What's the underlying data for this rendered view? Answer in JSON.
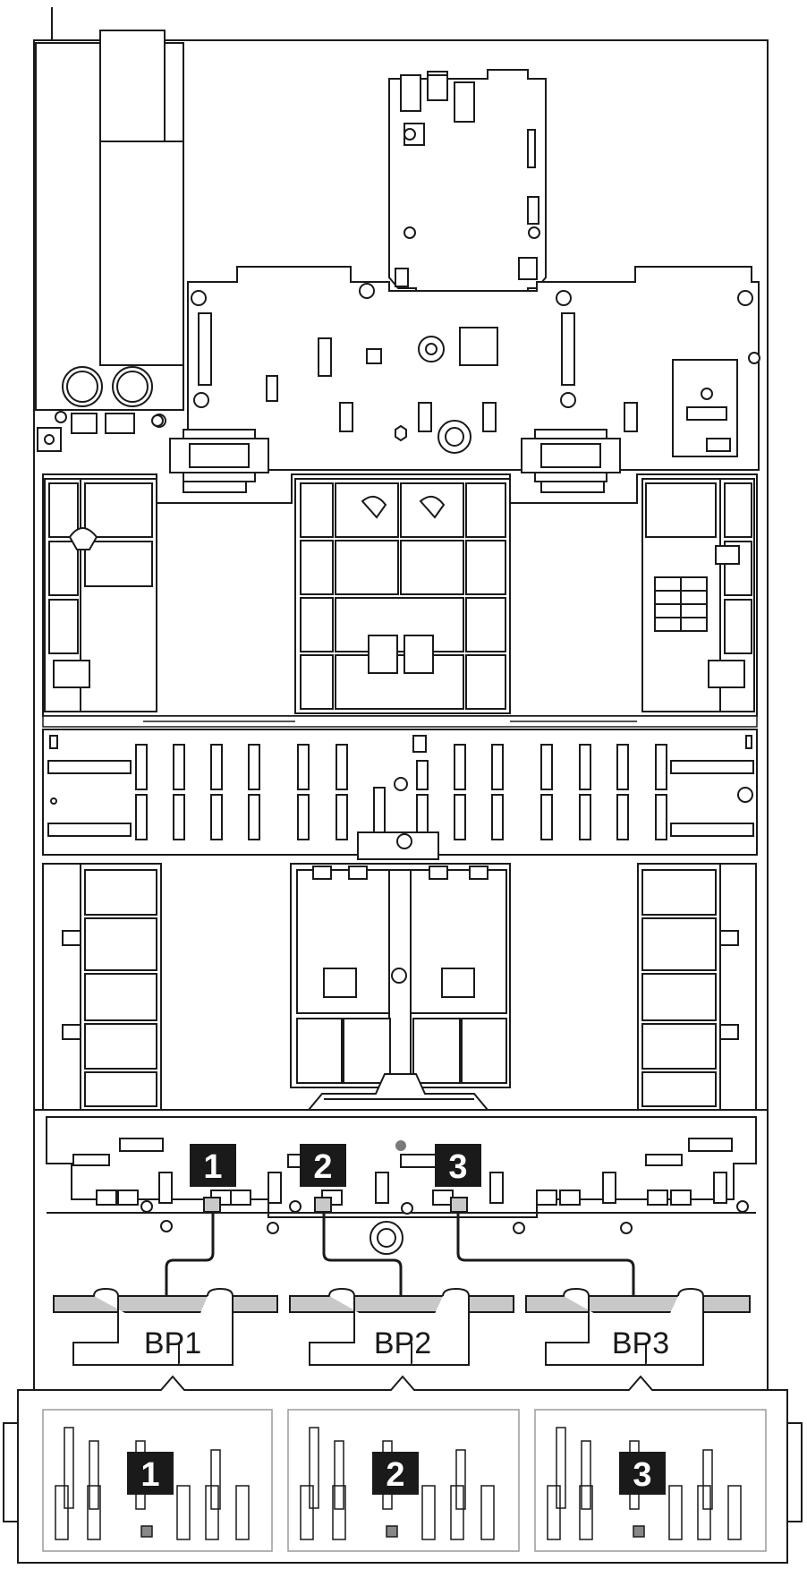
{
  "callouts": {
    "c1": "1",
    "c2": "2",
    "c3": "3"
  },
  "backplanes": {
    "bp1": "BP1",
    "bp2": "BP2",
    "bp3": "BP3"
  },
  "colors": {
    "line": "#1a1a1a",
    "fill_light": "#ffffff",
    "fill_grey": "#c8c8c8",
    "callout_bg": "#1a1a1a",
    "callout_text": "#ffffff",
    "faint_line": "#9a9a9a"
  }
}
